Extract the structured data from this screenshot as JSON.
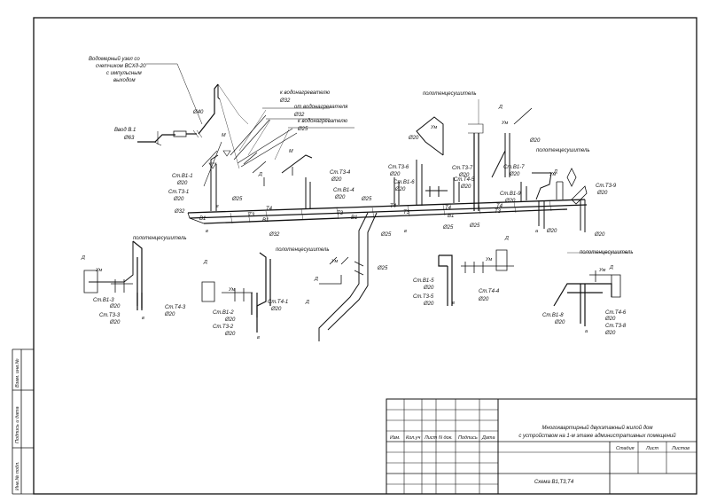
{
  "labels": {
    "meter_unit": [
      "Водомерный узел со",
      "счетчиком ВСХд-20",
      "с импульсным",
      "выходом"
    ],
    "inlet": "Ввод В.1",
    "d63": "Ø63",
    "d40": "Ø40",
    "heater1": "к водонагревателю",
    "heater1_d": "Ø32",
    "heater2": "от водонагревателя",
    "heater2_d": "Ø32",
    "heater3": "к водонагревателю",
    "heater3_d": "Ø25",
    "towel_rail": "полотенцесушитель",
    "st_b1_1": "Ст.В1-1",
    "st_b1_1_d": "Ø20",
    "st_t3_1": "Ст.Т3-1",
    "st_t3_1_d": "Ø20",
    "st_t3_4": "Ст.Т3-4",
    "st_t3_4_d": "Ø20",
    "st_b1_4": "Ст.В1-4",
    "st_b1_4_d": "Ø20",
    "st_t3_6": "Ст.Т3-6",
    "st_t3_6_d": "Ø20",
    "st_b1_6": "Ст.В1-6",
    "st_b1_6_d": "Ø20",
    "st_t3_7": "Ст.Т3-7",
    "st_t3_7_d": "Ø20",
    "st_t4_5": "Ст.Т4-5",
    "st_t4_5_d": "Ø20",
    "st_b1_7": "Ст.В1-7",
    "st_b1_7_d": "Ø20",
    "st_b1_9": "Ст.В1-9",
    "st_b1_9_d": "Ø20",
    "st_t3_9": "Ст.Т3-9",
    "st_t3_9_d": "Ø20",
    "st_b1_3": "Ст.В1-3",
    "st_b1_3_d": "Ø20",
    "st_t3_3": "Ст.Т3-3",
    "st_t3_3_d": "Ø20",
    "st_t4_3": "Ст.Т4-3",
    "st_t4_3_d": "Ø20",
    "st_b1_2": "Ст.В1-2",
    "st_b1_2_d": "Ø20",
    "st_t3_2": "Ст.Т3-2",
    "st_t3_2_d": "Ø20",
    "st_t4_1": "Ст.Т4-1",
    "st_t4_1_d": "Ø20",
    "st_b1_5": "Ст.В1-5",
    "st_b1_5_d": "Ø20",
    "st_t3_5": "Ст.Т3-5",
    "st_t3_5_d": "Ø20",
    "st_t4_4": "Ст.Т4-4",
    "st_t4_4_d": "Ø20",
    "st_b1_8": "Ст.В1-8",
    "st_b1_8_d": "Ø20",
    "st_t4_6": "Ст.Т4-6",
    "st_t4_6_d": "Ø20",
    "st_t3_8": "Ст.Т3-8",
    "st_t3_8_d": "Ø20",
    "d32": "Ø32",
    "d25": "Ø25",
    "d20": "Ø20",
    "pipe_b1": "В1",
    "pipe_t3": "Т3",
    "pipe_t4": "Т4",
    "um": "Ум",
    "d_mark": "Д",
    "m_mark": "М",
    "a_mark": "а",
    "v_mark": "в",
    "g_mark": "г"
  },
  "side_stamp": [
    "Взам. инв.№",
    "Подпись и дата",
    "Инв.№ подл."
  ],
  "title_block": {
    "title_line1": "Многоквартирный двухэтажный жилой дом",
    "title_line2": "с устройством на 1-м этаже административных помещений",
    "headers": [
      "Изм.",
      "Кол.уч",
      "Лист",
      "N док.",
      "Подпись",
      "Дата"
    ],
    "stage": "Стадия",
    "sheet": "Лист",
    "sheets": "Листов",
    "drawing_name": "Схема В1,Т3,Т4"
  }
}
